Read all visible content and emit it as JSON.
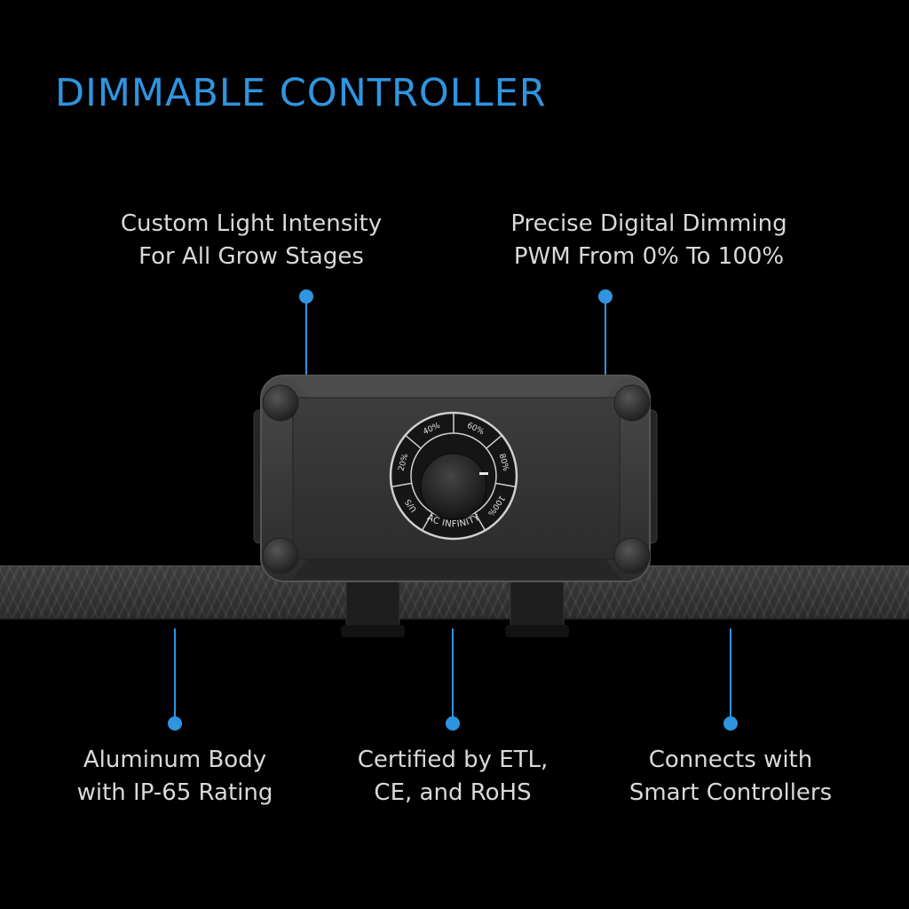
{
  "title": "DIMMABLE CONTROLLER",
  "accent_color": "#2f95e0",
  "callouts": {
    "top_left": [
      "Custom Light Intensity",
      "For All Grow Stages"
    ],
    "top_right": [
      "Precise Digital Dimming",
      "PWM From 0% To 100%"
    ],
    "bottom_left": [
      "Aluminum Body",
      "with IP-65 Rating"
    ],
    "bottom_center": [
      "Certified by ETL,",
      "CE, and RoHS"
    ],
    "bottom_right": [
      "Connects with",
      "Smart Controllers"
    ]
  },
  "dial": {
    "brand": "AC INFINITY",
    "scale": [
      "U/S",
      "20%",
      "40%",
      "60%",
      "80%",
      "100%"
    ]
  }
}
